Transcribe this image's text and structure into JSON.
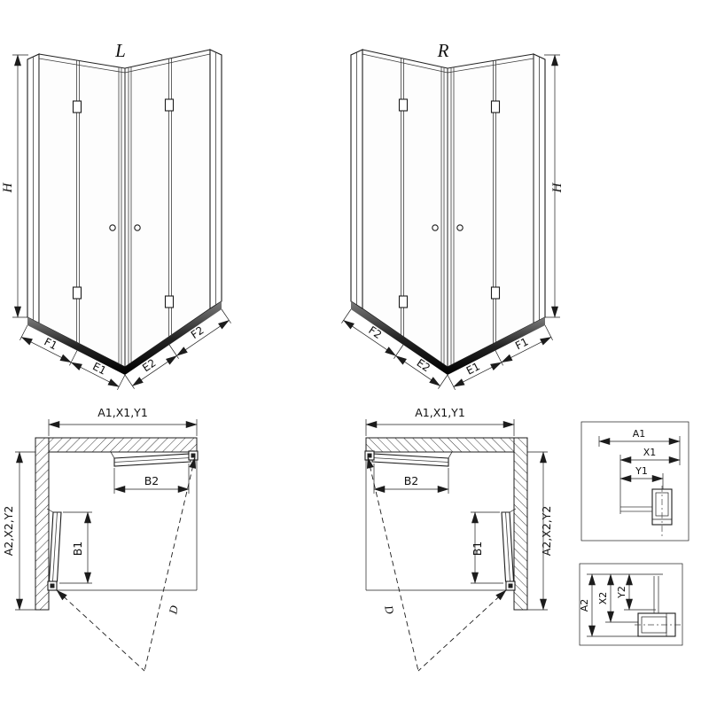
{
  "colors": {
    "line": "#1c1c1c",
    "background": "#ffffff",
    "threshold_dark": "#1f1f1f"
  },
  "view_l": {
    "label": "L",
    "height_label": "H",
    "widths": [
      "F1",
      "E1",
      "E2",
      "F2"
    ]
  },
  "view_r": {
    "label": "R",
    "height_label": "H",
    "widths": [
      "F2",
      "E2",
      "E1",
      "F1"
    ]
  },
  "plan_l": {
    "top_dim": "A1,X1,Y1",
    "b2": "B2",
    "b1": "B1",
    "side_dim": "A2,X2,Y2",
    "diagonal": "D"
  },
  "plan_r": {
    "top_dim": "A1,X1,Y1",
    "b2": "B2",
    "b1": "B1",
    "side_dim": "A2,X2,Y2",
    "diagonal": "D"
  },
  "detail_a": {
    "dims": [
      "A1",
      "X1",
      "Y1"
    ]
  },
  "detail_b": {
    "dims": [
      "A2",
      "X2",
      "Y2"
    ]
  }
}
